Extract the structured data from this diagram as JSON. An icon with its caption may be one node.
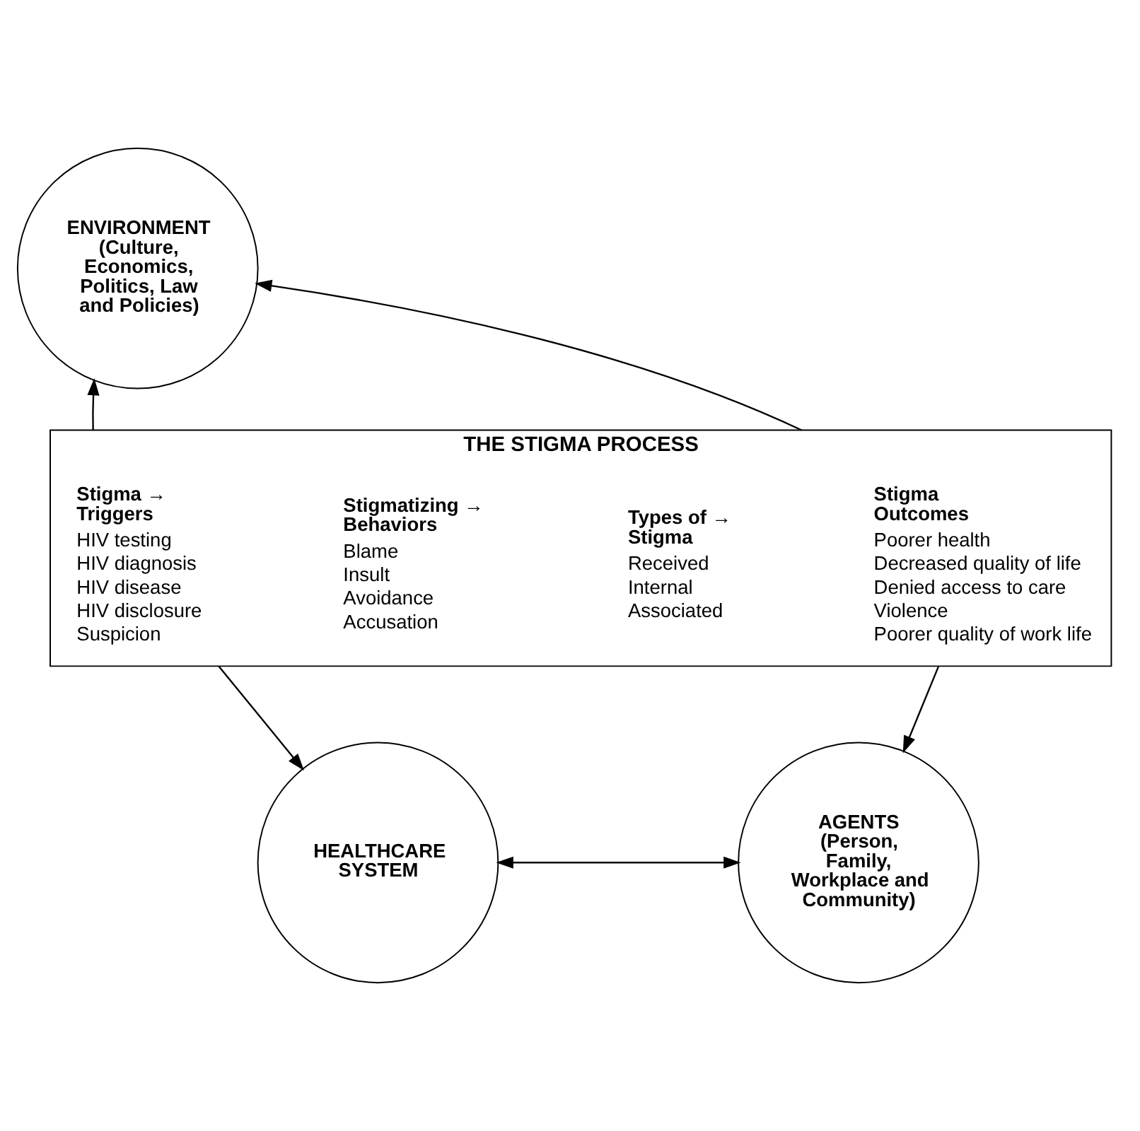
{
  "diagram": {
    "nodes": [
      {
        "text": [
          "ENVIRONMENT",
          "(Culture, Economics, Politics, Law and Policies)"
        ]
      },
      {
        "text": [
          "THE STIGMA PROCESS"
        ]
      },
      {
        "text": [
          "Stigma → Triggers",
          "HIV testing",
          "HIV diagnosis",
          "HIV disease",
          "HIV disclosure",
          "Suspicion"
        ],
        "in": 1
      },
      {
        "text": [
          "Stigmatizing → Behaviors",
          "Blame",
          "Insult",
          "Avoidance",
          "Accusation"
        ],
        "in": 1
      },
      {
        "text": [
          "Types of → Stigma",
          "Received",
          "Internal",
          "Associated"
        ],
        "in": 1
      },
      {
        "text": [
          "Stigma Outcomes",
          "Poorer health",
          "Decreased quality of life",
          "Denied access to care",
          "Violence",
          "Poorer quality of work life"
        ],
        "in": 1
      },
      {
        "text": [
          "HEALTHCARE SYSTEM"
        ]
      },
      {
        "text": [
          "AGENTS",
          "(Person, Family, Workplace and Community)"
        ]
      }
    ],
    "edges": [
      {
        "from": 1,
        "to": 0,
        "arrow": "to"
      },
      {
        "from": 1,
        "to": 0,
        "arrow": "to"
      },
      {
        "from": 1,
        "to": 6,
        "arrow": "to"
      },
      {
        "from": 1,
        "to": 7,
        "arrow": "to"
      },
      {
        "from": 6,
        "to": 7,
        "arrow": "both"
      }
    ]
  }
}
